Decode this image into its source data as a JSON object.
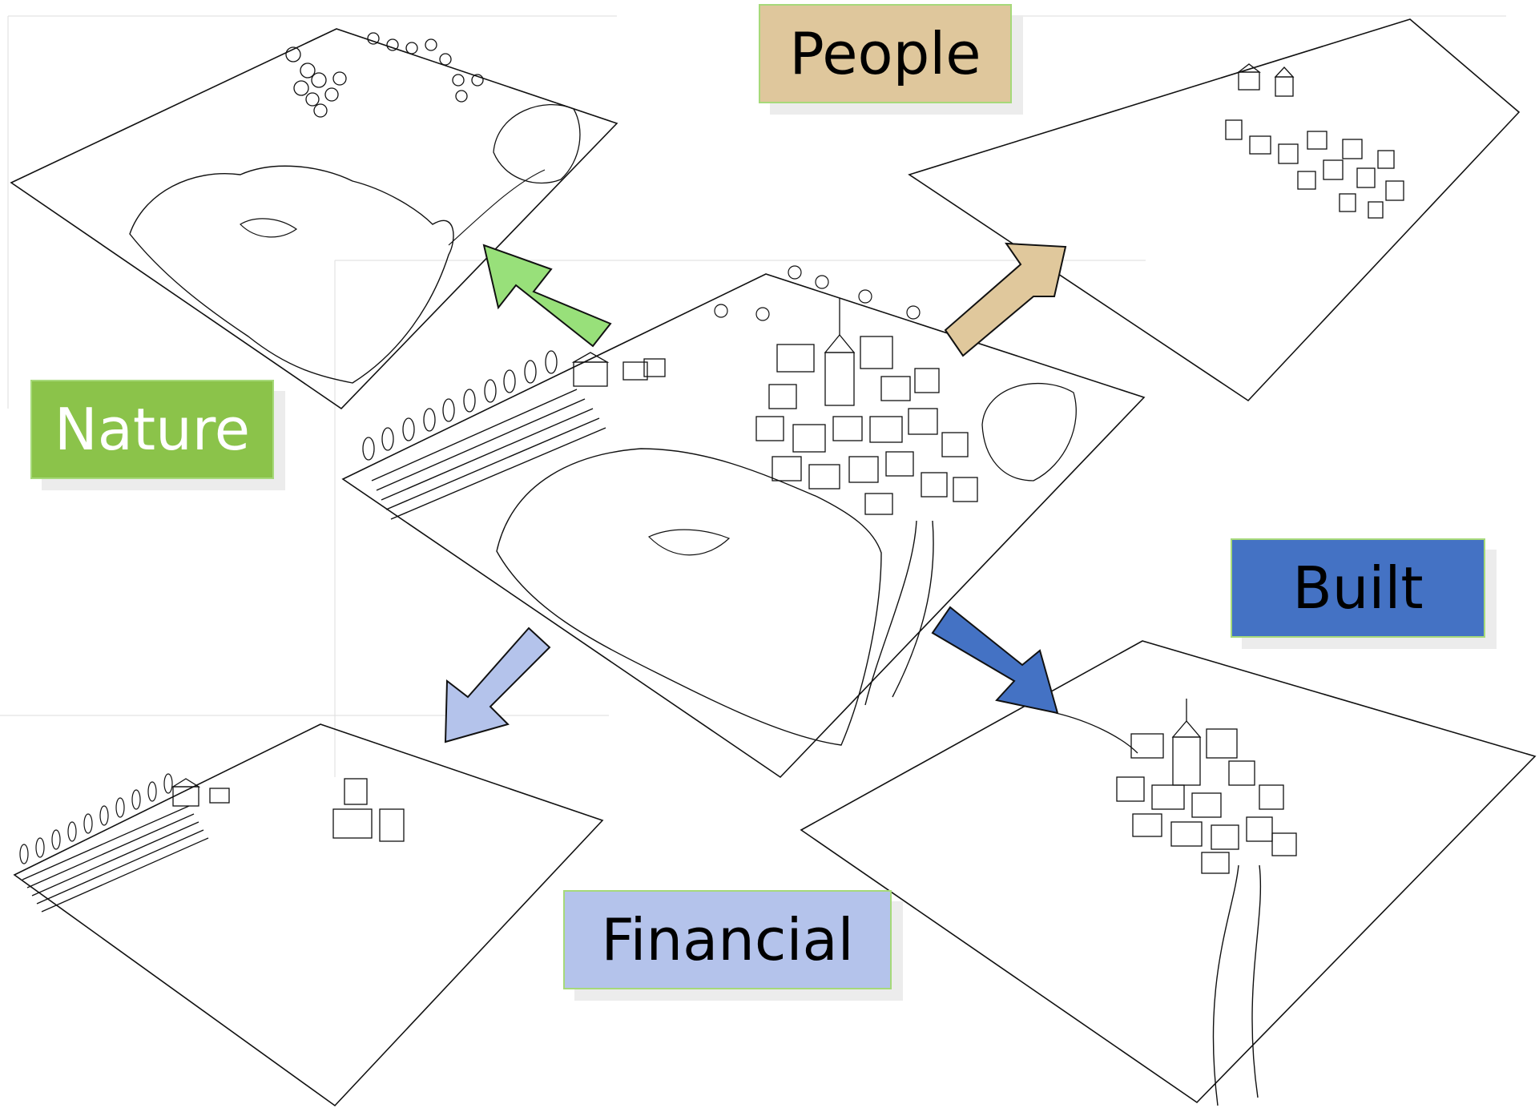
{
  "labels": {
    "people": "People",
    "nature": "Nature",
    "built": "Built",
    "financial": "Financial"
  },
  "colors": {
    "people": "#dfc79c",
    "nature": "#8bc34a",
    "built": "#4472c4",
    "financial": "#b4c3eb",
    "nature_arrow": "#98e07a",
    "people_arrow": "#e0c89c",
    "built_arrow": "#4472c4",
    "financial_arrow": "#b4c3eb",
    "people_text": "#000000",
    "nature_text": "#ffffff",
    "built_text": "#000000",
    "financial_text": "#000000"
  }
}
